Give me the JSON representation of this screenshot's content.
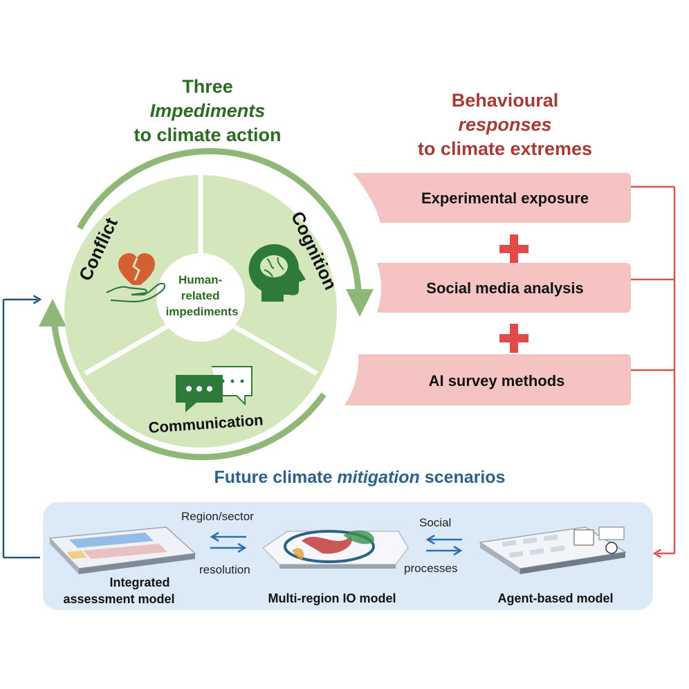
{
  "impediments_title": {
    "line1": "Three",
    "line2": "Impediments",
    "line3": "to climate action"
  },
  "responses_title": {
    "line1": "Behavioural",
    "line2": "responses",
    "line3": "to climate extremes"
  },
  "wheel": {
    "center_line1": "Human-",
    "center_line2": "related",
    "center_line3": "impediments",
    "segments": [
      "Conflict",
      "Cognition",
      "Communication"
    ]
  },
  "methods": [
    "Experimental exposure",
    "Social media analysis",
    "AI survey methods"
  ],
  "plus_symbol": "+",
  "scenarios_title": {
    "part1": "Future climate ",
    "part2": "mitigation",
    "part3": " scenarios"
  },
  "models": {
    "iam_line1": "Integrated",
    "iam_line2": "assessment model",
    "mrio": "Multi-region IO model",
    "abm": "Agent-based model"
  },
  "links": {
    "left_top": "Region/sector",
    "left_bottom": "resolution",
    "right_top": "Social",
    "right_bottom": "processes"
  },
  "colors": {
    "green_dark": "#2d6a24",
    "green_wheel": "#d4e6bc",
    "green_ring": "#8fb878",
    "red_title": "#a83a35",
    "pink_box": "#f4c3c2",
    "connector_red": "#d9534f",
    "blue_title": "#2a6289",
    "panel_blue": "#dce9f6"
  }
}
